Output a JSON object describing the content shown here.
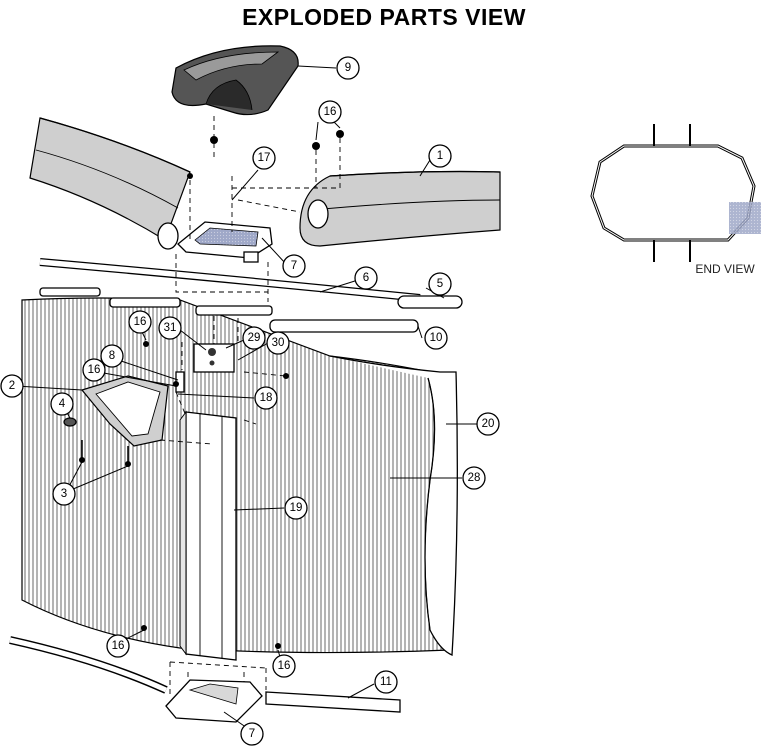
{
  "title": "EXPLODED PARTS VIEW",
  "end_view": {
    "label": "END VIEW",
    "highlight_color": "#9fa8c8"
  },
  "callouts": [
    {
      "id": "c1",
      "label": "1"
    },
    {
      "id": "c2",
      "label": "2"
    },
    {
      "id": "c3",
      "label": "3"
    },
    {
      "id": "c4",
      "label": "4"
    },
    {
      "id": "c5",
      "label": "5"
    },
    {
      "id": "c6",
      "label": "6"
    },
    {
      "id": "c7a",
      "label": "7"
    },
    {
      "id": "c7b",
      "label": "7"
    },
    {
      "id": "c8",
      "label": "8"
    },
    {
      "id": "c9",
      "label": "9"
    },
    {
      "id": "c10",
      "label": "10"
    },
    {
      "id": "c11",
      "label": "11"
    },
    {
      "id": "c16a",
      "label": "16"
    },
    {
      "id": "c16b",
      "label": "16"
    },
    {
      "id": "c16c",
      "label": "16"
    },
    {
      "id": "c16d",
      "label": "16"
    },
    {
      "id": "c16e",
      "label": "16"
    },
    {
      "id": "c17",
      "label": "17"
    },
    {
      "id": "c18",
      "label": "18"
    },
    {
      "id": "c19",
      "label": "19"
    },
    {
      "id": "c20",
      "label": "20"
    },
    {
      "id": "c28",
      "label": "28"
    },
    {
      "id": "c29",
      "label": "29"
    },
    {
      "id": "c30",
      "label": "30"
    },
    {
      "id": "c31",
      "label": "31"
    }
  ]
}
